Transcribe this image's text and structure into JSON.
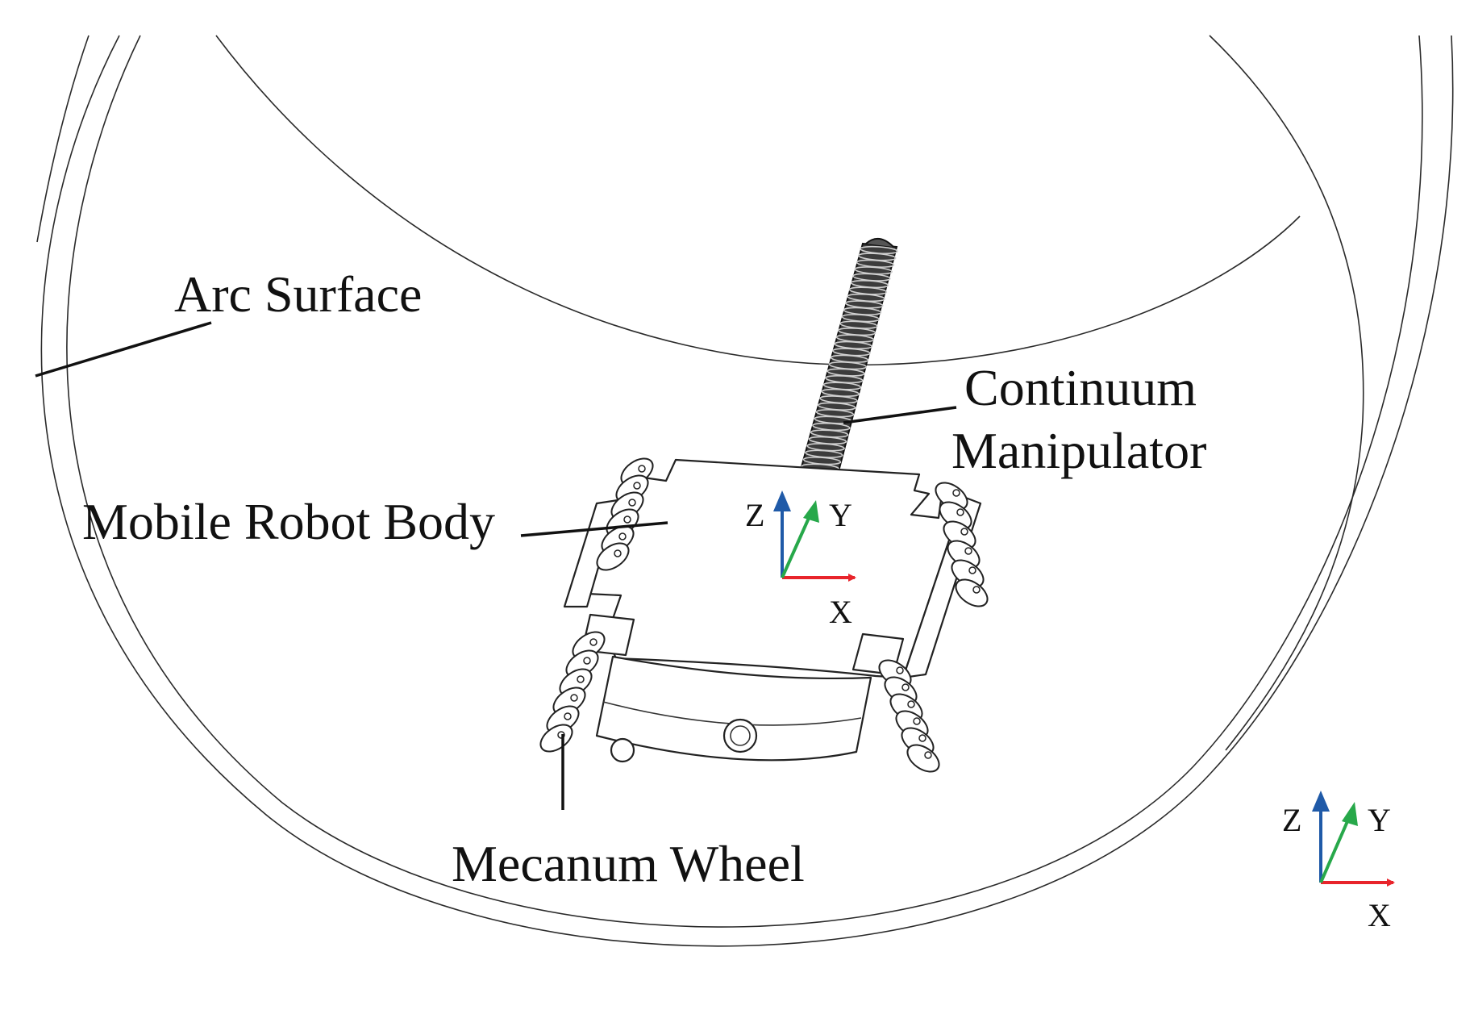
{
  "labels": {
    "arc_surface": "Arc Surface",
    "continuum_line1": "Continuum",
    "continuum_line2": "Manipulator",
    "mobile_robot_body": "Mobile Robot Body",
    "mecanum_wheel": "Mecanum Wheel"
  },
  "frames": {
    "body_frame": {
      "x": "X",
      "y": "Y",
      "z": "Z"
    },
    "world_frame": {
      "x": "X",
      "y": "Y",
      "z": "Z"
    }
  },
  "colors": {
    "x_axis": "#e8242b",
    "y_axis": "#27a84a",
    "z_axis": "#1f5aa8",
    "line": "#222222"
  }
}
